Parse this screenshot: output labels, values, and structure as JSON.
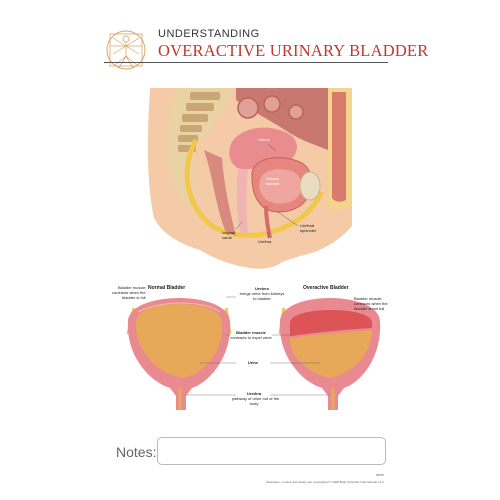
{
  "header": {
    "kicker": "UNDERSTANDING",
    "title": "OVERACTIVE URINARY BLADDER"
  },
  "anatomy": {
    "labels": {
      "uterus": "Uterus",
      "urinary_bladder": "Urinary\nbladder",
      "vaginal_canal": "Vaginal\ncanal",
      "urethra": "Urethra",
      "urethral_sphincter": "Urethral\nsphincter"
    }
  },
  "comparison": {
    "normal_title": "Normal Bladder",
    "overactive_title": "Overactive Bladder",
    "normal_note": "Bladder muscle\ncontracts when the\nbladder is full",
    "overactive_note": "Bladder muscle\ncontracts when the\nbladder is not full",
    "ureters_title": "Ureters",
    "ureters_desc": "brings urine from kidneys\nto bladder",
    "muscle_title": "Bladder muscle",
    "muscle_desc": "contracts to expel urine",
    "urine_title": "Urine",
    "urethra_title": "Urethra",
    "urethra_desc": "pathway of urine out of the\nbody"
  },
  "notes": {
    "label": "Notes:"
  },
  "footer": {
    "code": "98087",
    "copyright": "Illustration, content and design are copyrighted © 2008 Body Scientific International, LLC"
  },
  "colors": {
    "title_red": "#c0392b",
    "bladder_wall": "#e98a91",
    "urine": "#e8a85a",
    "skin": "#f5cba7"
  }
}
